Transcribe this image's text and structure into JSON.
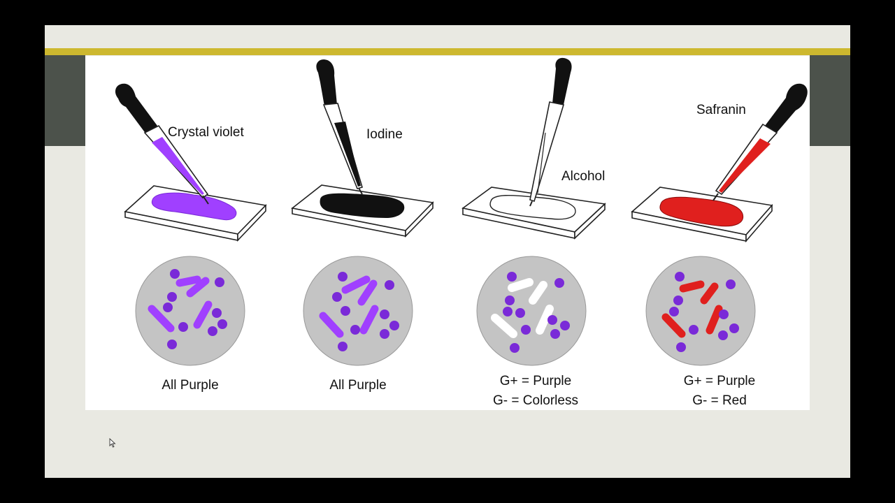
{
  "steps": [
    {
      "reagent": "Crystal violet",
      "caption_line1": "All Purple",
      "caption_line2": ""
    },
    {
      "reagent": "Iodine",
      "caption_line1": "All Purple",
      "caption_line2": ""
    },
    {
      "reagent": "Alcohol",
      "caption_line1": "G+ = Purple",
      "caption_line2": "G- = Colorless"
    },
    {
      "reagent": "Safranin",
      "caption_line1": "G+ = Purple",
      "caption_line2": "G- = Red"
    }
  ],
  "colors": {
    "background": "#000000",
    "slide": "#e9e9e2",
    "accent_bar": "#cdb82f",
    "band": "#4c524b",
    "crystal_violet": "#a040ff",
    "cocci": "#7a2ad8",
    "iodine": "#111111",
    "safranin": "#e0201e",
    "gram_negative_decolorized": "#ffffff",
    "dish": "#c4c4c4"
  }
}
